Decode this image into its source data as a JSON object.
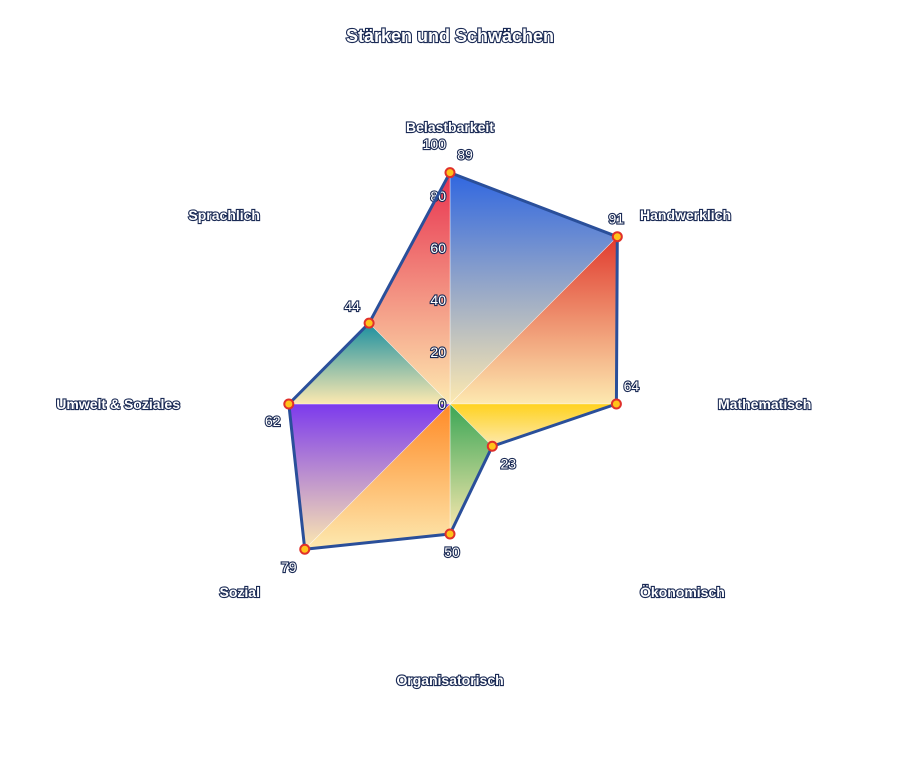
{
  "chart_data": {
    "type": "radar",
    "title": "Stärken und Schwächen",
    "categories": [
      "Belastbarkeit",
      "Handwerklich",
      "Mathematisch",
      "Ökonomisch",
      "Organisatorisch",
      "Sozial",
      "Umwelt & Soziales",
      "Sprachlich"
    ],
    "values": [
      89,
      91,
      64,
      23,
      50,
      79,
      62,
      44
    ],
    "value_labels": [
      "89",
      "91",
      "64",
      "23",
      "50",
      "79",
      "62",
      "44"
    ],
    "rlim": [
      0,
      100
    ],
    "rticks": [
      "0",
      "20",
      "40",
      "60",
      "80",
      "100"
    ],
    "sector_colors": [
      "#2f66e0",
      "#e03a2e",
      "#ffd21f",
      "#3aa655",
      "#ff8a26",
      "#7c3aed",
      "#1a8fa0",
      "#e8324f"
    ],
    "sector_fade_color": "#fde9b0",
    "line_color": "#2a4f9a",
    "marker_fill": "#ffc21a",
    "marker_stroke": "#e0302a",
    "grid": false,
    "legend": "none"
  }
}
